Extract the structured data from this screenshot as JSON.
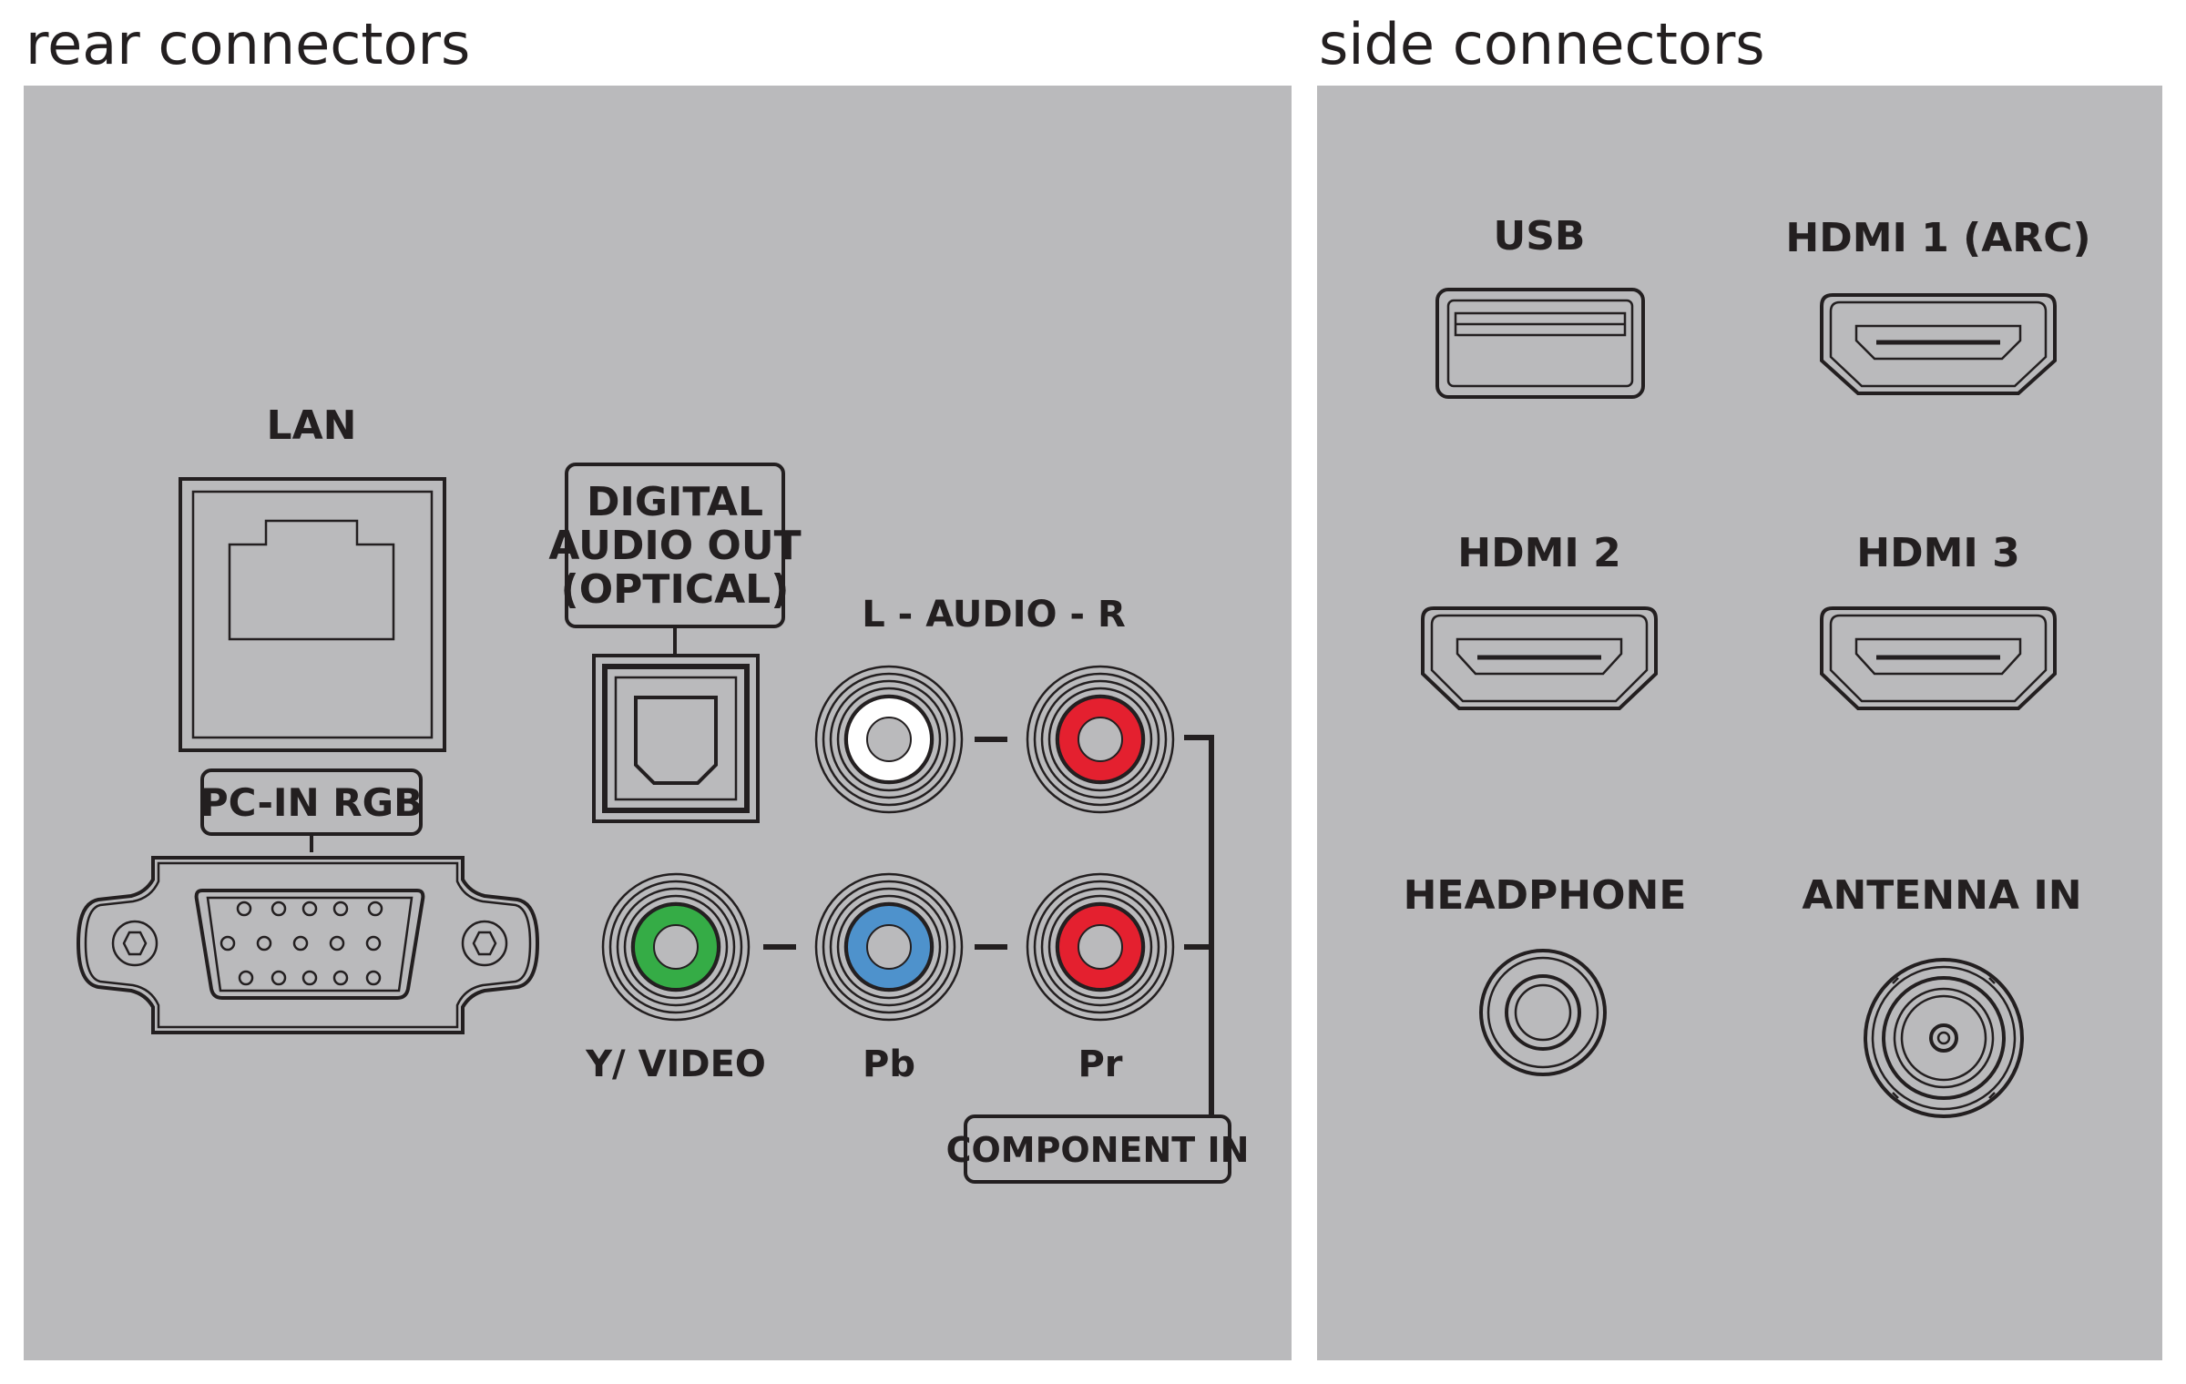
{
  "headings": {
    "rear": "rear connectors",
    "side": "side connectors"
  },
  "rear": {
    "lan": "LAN",
    "pc_in_rgb": "PC-IN RGB",
    "optical_label": [
      "DIGITAL",
      "AUDIO OUT",
      "(OPTICAL)"
    ],
    "audio": "L - AUDIO - R",
    "component_labels": [
      "Y/ VIDEO",
      "Pb",
      "Pr"
    ],
    "component_in": "COMPONENT IN"
  },
  "side": {
    "usb": "USB",
    "hdmi1": "HDMI 1 (ARC)",
    "hdmi2": "HDMI 2",
    "hdmi3": "HDMI 3",
    "headphone": "HEADPHONE",
    "antenna": "ANTENNA IN"
  },
  "colors": {
    "panel": "#bababc",
    "ink": "#231f20",
    "white_jack": "#ffffff",
    "red_jack": "#e4202f",
    "green_jack": "#35ac46",
    "blue_jack": "#4e92cc"
  }
}
